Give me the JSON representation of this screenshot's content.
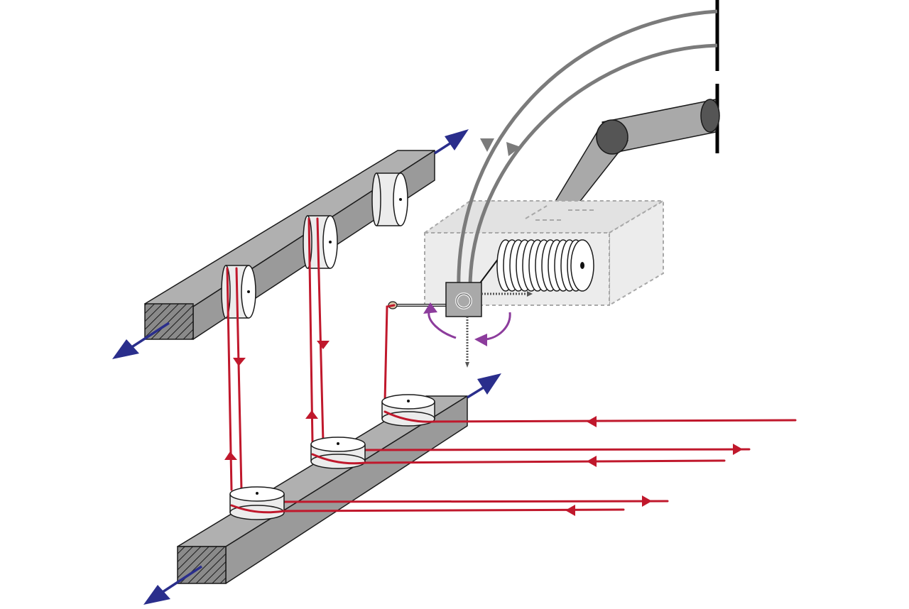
{
  "figure": {
    "description_label": "",
    "colors": {
      "rope": "#c0182c",
      "translation_arrow": "#2a2e8c",
      "rotation_arrow": "#8c3c9c",
      "feed_tube": "#7b7b7b",
      "beam": "#a8a8a8"
    },
    "components": [
      "upper-beam",
      "lower-beam",
      "upper-pulley-1",
      "upper-pulley-2",
      "upper-pulley-3",
      "lower-pulley-1",
      "lower-pulley-2",
      "lower-pulley-3",
      "winding-head-box",
      "wire-coil",
      "rotating-head",
      "needle",
      "feed-tubes",
      "support-arm",
      "wall-mount"
    ]
  }
}
